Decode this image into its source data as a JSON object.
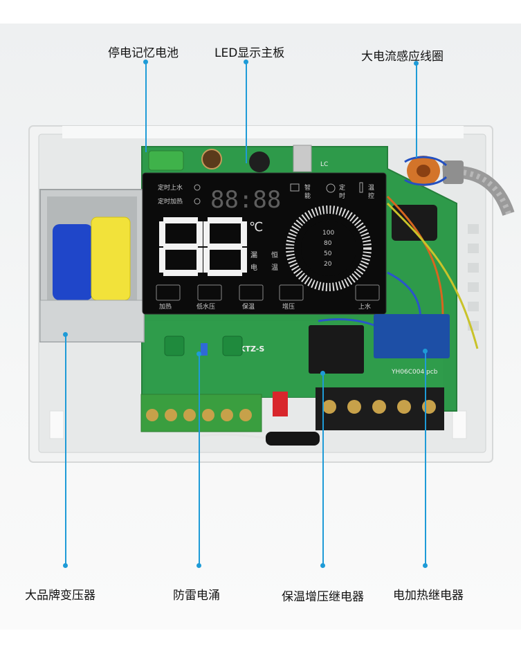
{
  "labels": {
    "battery": "停电记忆电池",
    "led_board": "LED显示主板",
    "coil": "大电流感应线圈",
    "transformer": "大品牌变压器",
    "surge": "防雷电涌",
    "keep_warm_relay": "保温增压继电器",
    "heater_relay": "电加热继电器"
  },
  "lcd": {
    "timer_water": "定时上水",
    "timer_heat": "定时加热",
    "clock": "88:88",
    "big_digits": "88",
    "celsius": "℃",
    "leak": "漏",
    "electric": "电",
    "constant": "恒",
    "temp": "温",
    "smart": "智",
    "smart2": "能",
    "timing": "定",
    "timing2": "时",
    "water_temp": "温",
    "water_temp2": "控",
    "gauge_ticks": [
      "100",
      "80",
      "50",
      "20"
    ],
    "buttons": [
      "加热",
      "低水压",
      "保温",
      "增压",
      "上水"
    ]
  },
  "board": {
    "model": "KTZ-S",
    "pcb": "YH06C004.pcb",
    "lc": "LC"
  },
  "colors": {
    "accent": "#1e9bd7",
    "pcb": "#2e9a4a",
    "terminal_green": "#3a9e3f",
    "terminal_black": "#1c1c1c",
    "relay_black": "#191919",
    "relay_blue": "#1d4fa6"
  }
}
